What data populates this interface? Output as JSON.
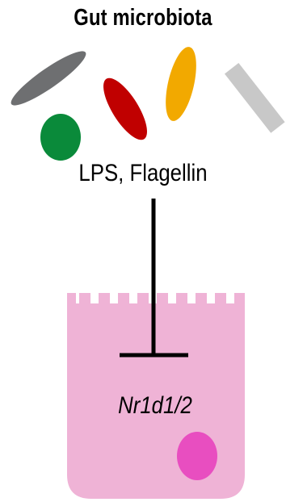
{
  "title": "Gut microbiota",
  "ligands_label": "LPS, Flagellin",
  "gene_label": "Nr1d1/2",
  "relation": "inhibition",
  "colors": {
    "bacterium_dark_gray": "#6e6f71",
    "bacterium_red": "#c00000",
    "bacterium_yellow": "#f2a900",
    "bacterium_light_gray": "#c8c8c8",
    "bacterium_green": "#0a8a3a",
    "cell_fill": "#efb3d6",
    "nucleus_fill": "#e84ec0",
    "inhibition_line": "#000000"
  }
}
